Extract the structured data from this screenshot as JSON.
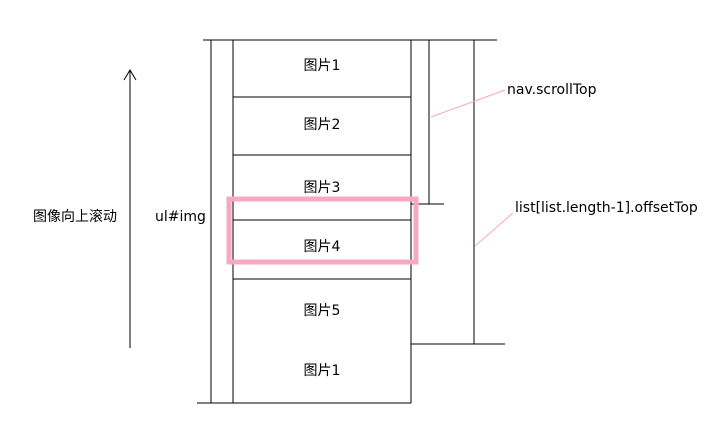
{
  "diagram": {
    "scroll_direction_label": "图像向上滚动",
    "list_label": "ul#img",
    "nav_scroll_top_label": "nav.scrollTop",
    "last_item_offset_label": "list[list.length-1].offsetTop",
    "items": [
      {
        "label": "图片1"
      },
      {
        "label": "图片2"
      },
      {
        "label": "图片3"
      },
      {
        "label": "图片4",
        "highlighted": true
      },
      {
        "label": "图片5"
      },
      {
        "label": "图片1"
      }
    ],
    "highlight_color": "#f7a8c4",
    "callout_line_color": "#f7a8c4"
  }
}
